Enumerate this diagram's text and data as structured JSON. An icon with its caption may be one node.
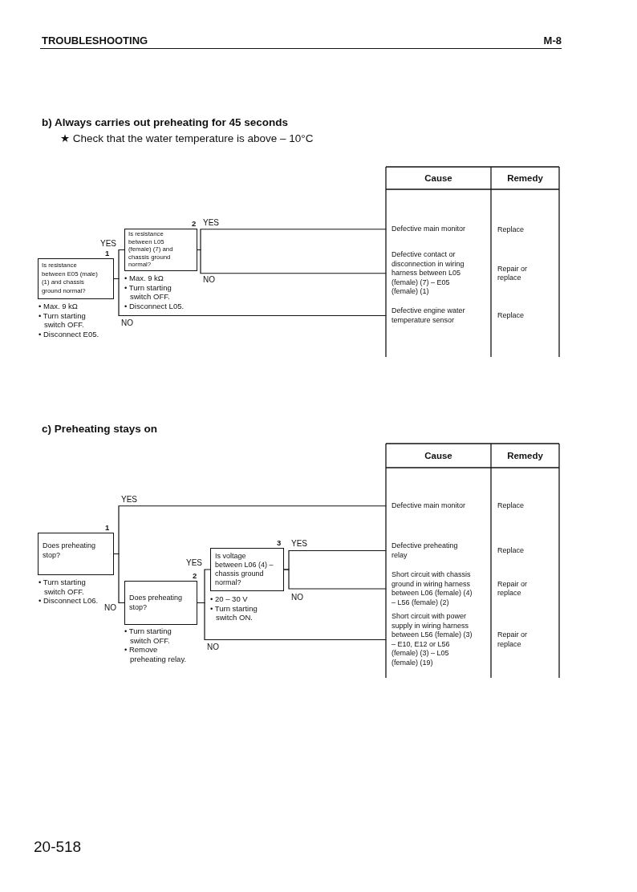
{
  "diagram": {
    "title": "TROUBLESHOOTING",
    "nodes": [
      {
        "text": [
          "Is resistance between E05 (male) (1) and chassis ground normal?"
        ],
        "beside": [
          "1",
          "• Max. 9 kΩ",
          "• Turn starting switch OFF.",
          "• Disconnect E05."
        ]
      },
      {
        "text": [
          "Is resistance between L05 (female) (7) and chassis ground normal?"
        ],
        "beside": [
          "2",
          "• Max. 9 kΩ",
          "• Turn starting switch OFF.",
          "• Disconnect L05."
        ]
      },
      {
        "text": [
          "Defective main monitor"
        ]
      },
      {
        "text": [
          "Defective contact or disconnection in wiring harness between L05 (female) (7) – E05 (female) (1)"
        ]
      },
      {
        "text": [
          "Defective engine water temperature sensor"
        ]
      },
      {
        "text": [
          "Does preheating stop?"
        ],
        "beside": [
          "1",
          "• Turn starting switch OFF.",
          "• Disconnect L06."
        ]
      },
      {
        "text": [
          "Does preheating stop?"
        ],
        "beside": [
          "2",
          "• Turn starting switch OFF.",
          "• Remove preheating relay."
        ]
      },
      {
        "text": [
          "Is voltage between L06 (4) – chassis ground normal?"
        ],
        "beside": [
          "3",
          "• 20 – 30 V",
          "• Turn starting switch ON."
        ]
      },
      {
        "text": [
          "Defective main monitor"
        ]
      },
      {
        "text": [
          "Defective preheating relay"
        ]
      },
      {
        "text": [
          "Short circuit with chassis ground in wiring harness between L06 (female) (4) – L56 (female) (2)"
        ]
      },
      {
        "text": [
          "Short circuit with power supply in wiring harness between L56 (female) (3) – E10, E12 or L56 (female) (3) – L05 (female) (19)"
        ]
      }
    ],
    "edges": [
      {
        "from": 0,
        "to": 1,
        "arrow": "none",
        "label": "YES"
      },
      {
        "from": 1,
        "to": 2,
        "arrow": "none",
        "label": "YES"
      },
      {
        "from": 1,
        "to": 3,
        "arrow": "none",
        "label": "NO"
      },
      {
        "from": 0,
        "to": 4,
        "arrow": "none",
        "label": "NO"
      },
      {
        "from": 5,
        "to": 8,
        "arrow": "none",
        "label": "YES"
      },
      {
        "from": 5,
        "to": 6,
        "arrow": "none",
        "label": "NO"
      },
      {
        "from": 6,
        "to": 7,
        "arrow": "none",
        "label": "YES"
      },
      {
        "from": 7,
        "to": 9,
        "arrow": "none",
        "label": "YES"
      },
      {
        "from": 7,
        "to": 10,
        "arrow": "none",
        "label": "NO"
      },
      {
        "from": 6,
        "to": 11,
        "arrow": "none",
        "label": "NO"
      }
    ],
    "labels": [
      "M-8",
      "b) Always carries out preheating for 45 seconds",
      "★ Check that the water temperature is above – 10°C",
      "Cause",
      "Remedy",
      "Replace",
      "Repair or replace",
      "Replace",
      "c) Preheating stays on",
      "Cause",
      "Remedy",
      "Replace",
      "Replace",
      "Repair or replace",
      "Repair or replace",
      "20-518"
    ]
  }
}
